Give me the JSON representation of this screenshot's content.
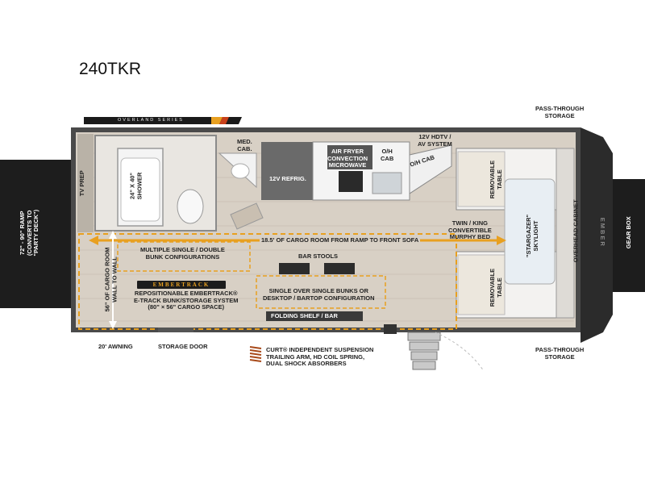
{
  "model": "240TKR",
  "series_banner": "OVERLAND SERIES",
  "brand_mark": "EMBER",
  "colors": {
    "accent_orange": "#f0a020",
    "floor": "#d7cfc4",
    "wall_dark": "#3a3a3a",
    "ramp": "#1c1c1c",
    "gear_box": "#1c1c1c"
  },
  "labels": {
    "pass_through_top": "PASS-THROUGH\nSTORAGE",
    "pass_through_bottom": "PASS-THROUGH\nSTORAGE",
    "med_cab": "MED.\nCAB.",
    "air_fryer": "AIR FRYER\nCONVECTION\nMICROWAVE",
    "oh_cab_1": "O/H\nCAB",
    "oh_cab_2": "O/H CAB",
    "hdtv": "12V HDTV /\nAV SYSTEM",
    "refrig": "12V REFRIG.",
    "tv_prep": "TV PREP",
    "shower": "24\" X 40\"\nSHOWER",
    "removable_table_top": "REMOVABLE\nTABLE",
    "removable_table_bottom": "REMOVABLE\nTABLE",
    "twin_king": "TWIN / KING\nCONVERTIBLE\nMURPHY BED",
    "cargo_length": "18.5' OF CARGO ROOM FROM RAMP TO FRONT SOFA",
    "skylight": "\"STARGAZER\"\nSKYLIGHT",
    "overhead_cabinet": "OVERHEAD CABINET",
    "gear_box": "GEAR BOX",
    "ramp": "72\" - 90\" RAMP\n(CONVERTS TO\n\"PARTY DECK\")",
    "cargo_width": "56\" OF CARGO ROOM\nWALL TO WALL",
    "multiple_bunk": "MULTIPLE SINGLE / DOUBLE\nBUNK CONFIGURATIONS",
    "bar_stools": "BAR STOOLS",
    "embertrack_logo": "EMBERTRACK",
    "embertrack_desc": "REPOSITIONABLE EMBERTRACK®\nE-TRACK BUNK/STORAGE SYSTEM\n(80\" × 56\" CARGO SPACE)",
    "single_over_single": "SINGLE OVER SINGLE BUNKS OR\nDESKTOP / BARTOP CONFIGURATION",
    "folding_shelf": "FOLDING SHELF / BAR",
    "awning": "20' AWNING",
    "storage_door": "STORAGE DOOR",
    "suspension": "CURT® INDEPENDENT SUSPENSION\nTRAILING ARM, HD COIL SPRING,\nDUAL SHOCK ABSORBERS"
  }
}
